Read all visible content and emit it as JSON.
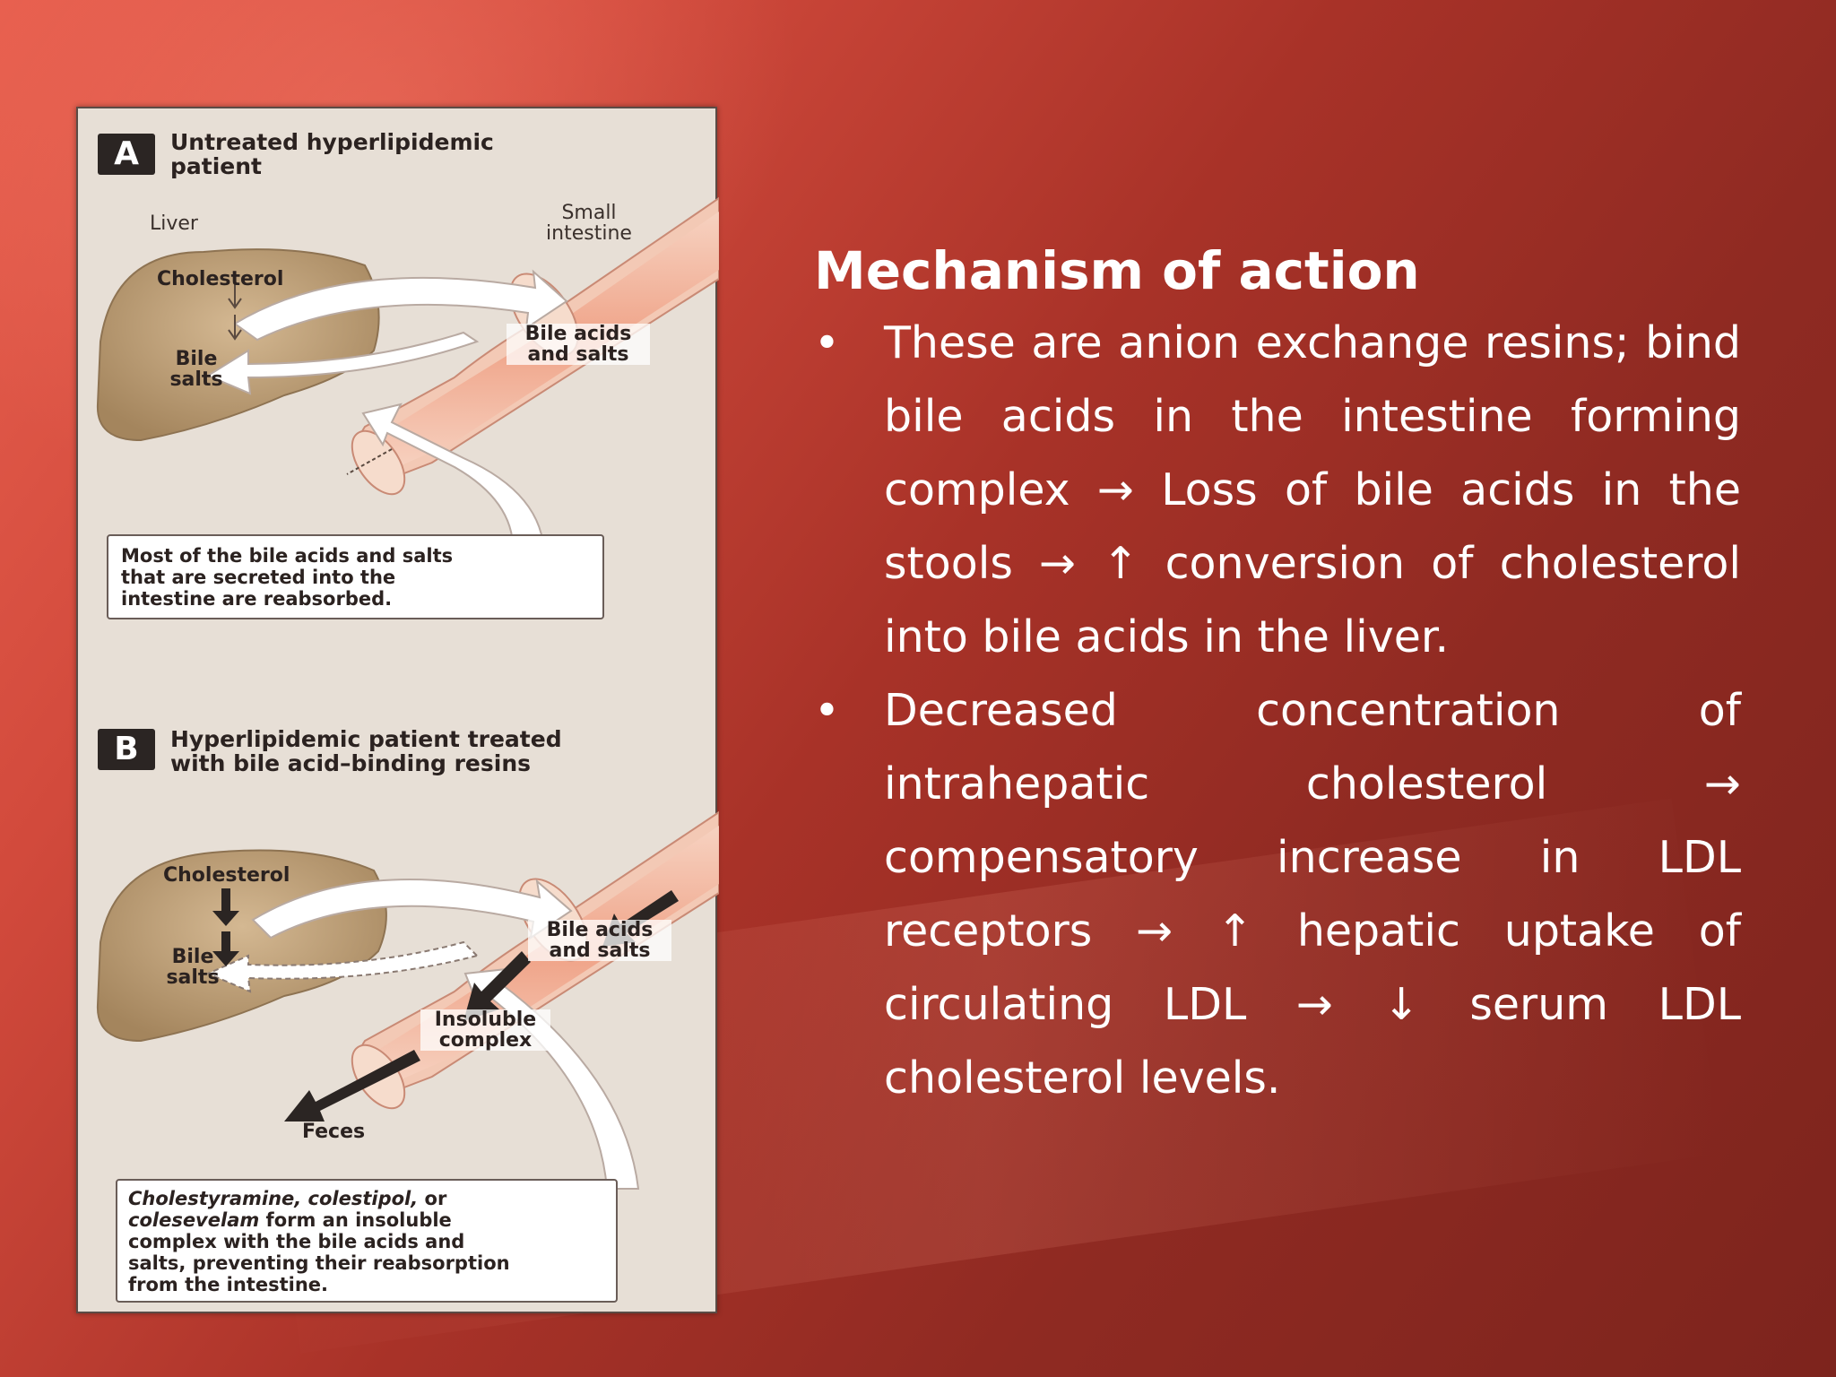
{
  "figure": {
    "panel_a": {
      "badge": "A",
      "title_line1": "Untreated hyperlipidemic",
      "title_line2": "patient",
      "liver_label": "Liver",
      "intestine_label_line1": "Small",
      "intestine_label_line2": "intestine",
      "cholesterol": "Cholesterol",
      "bile_salts_line1": "Bile",
      "bile_salts_line2": "salts",
      "bile_acids_line1": "Bile acids",
      "bile_acids_line2": "and salts",
      "note_line1": "Most of the bile acids and salts",
      "note_line2": "that are secreted into the",
      "note_line3": "intestine are reabsorbed."
    },
    "panel_b": {
      "badge": "B",
      "title_line1": "Hyperlipidemic patient treated",
      "title_line2": "with bile acid–binding resins",
      "cholesterol": "Cholesterol",
      "bile_salts_line1": "Bile",
      "bile_salts_line2": "salts",
      "bile_acids_line1": "Bile acids",
      "bile_acids_line2": "and salts",
      "insoluble_line1": "Insoluble",
      "insoluble_line2": "complex",
      "feces": "Feces",
      "note_italic1": "Cholestyramine, colestipol,",
      "note_text1": " or",
      "note_italic2": "colesevelam",
      "note_text2": " form an insoluble",
      "note_line3": "complex with the bile acids and",
      "note_line4": "salts, preventing their reabsorption",
      "note_line5": "from the intestine."
    }
  },
  "content": {
    "heading": "Mechanism of action",
    "bullet_symbol": "•",
    "bullets": [
      "These are anion  exchange resins; bind  bile  acids  in   the  intestine forming  complex → Loss   of  bile acids    in    the    stools    →    ↑ conversion of cholesterol into bile acids in the liver.",
      "Decreased     concentration     of intrahepatic      cholesterol      → compensatory   increase   in   LDL receptors → ↑ hepatic uptake  of circulating  LDL  →  ↓  serum  LDL cholesterol levels."
    ]
  },
  "colors": {
    "background_accent": "#b83a2e",
    "liver": "#b99a72",
    "intestine": "#f2b9a0",
    "figure_background": "#e7dfd6",
    "text": "#ffffff"
  }
}
